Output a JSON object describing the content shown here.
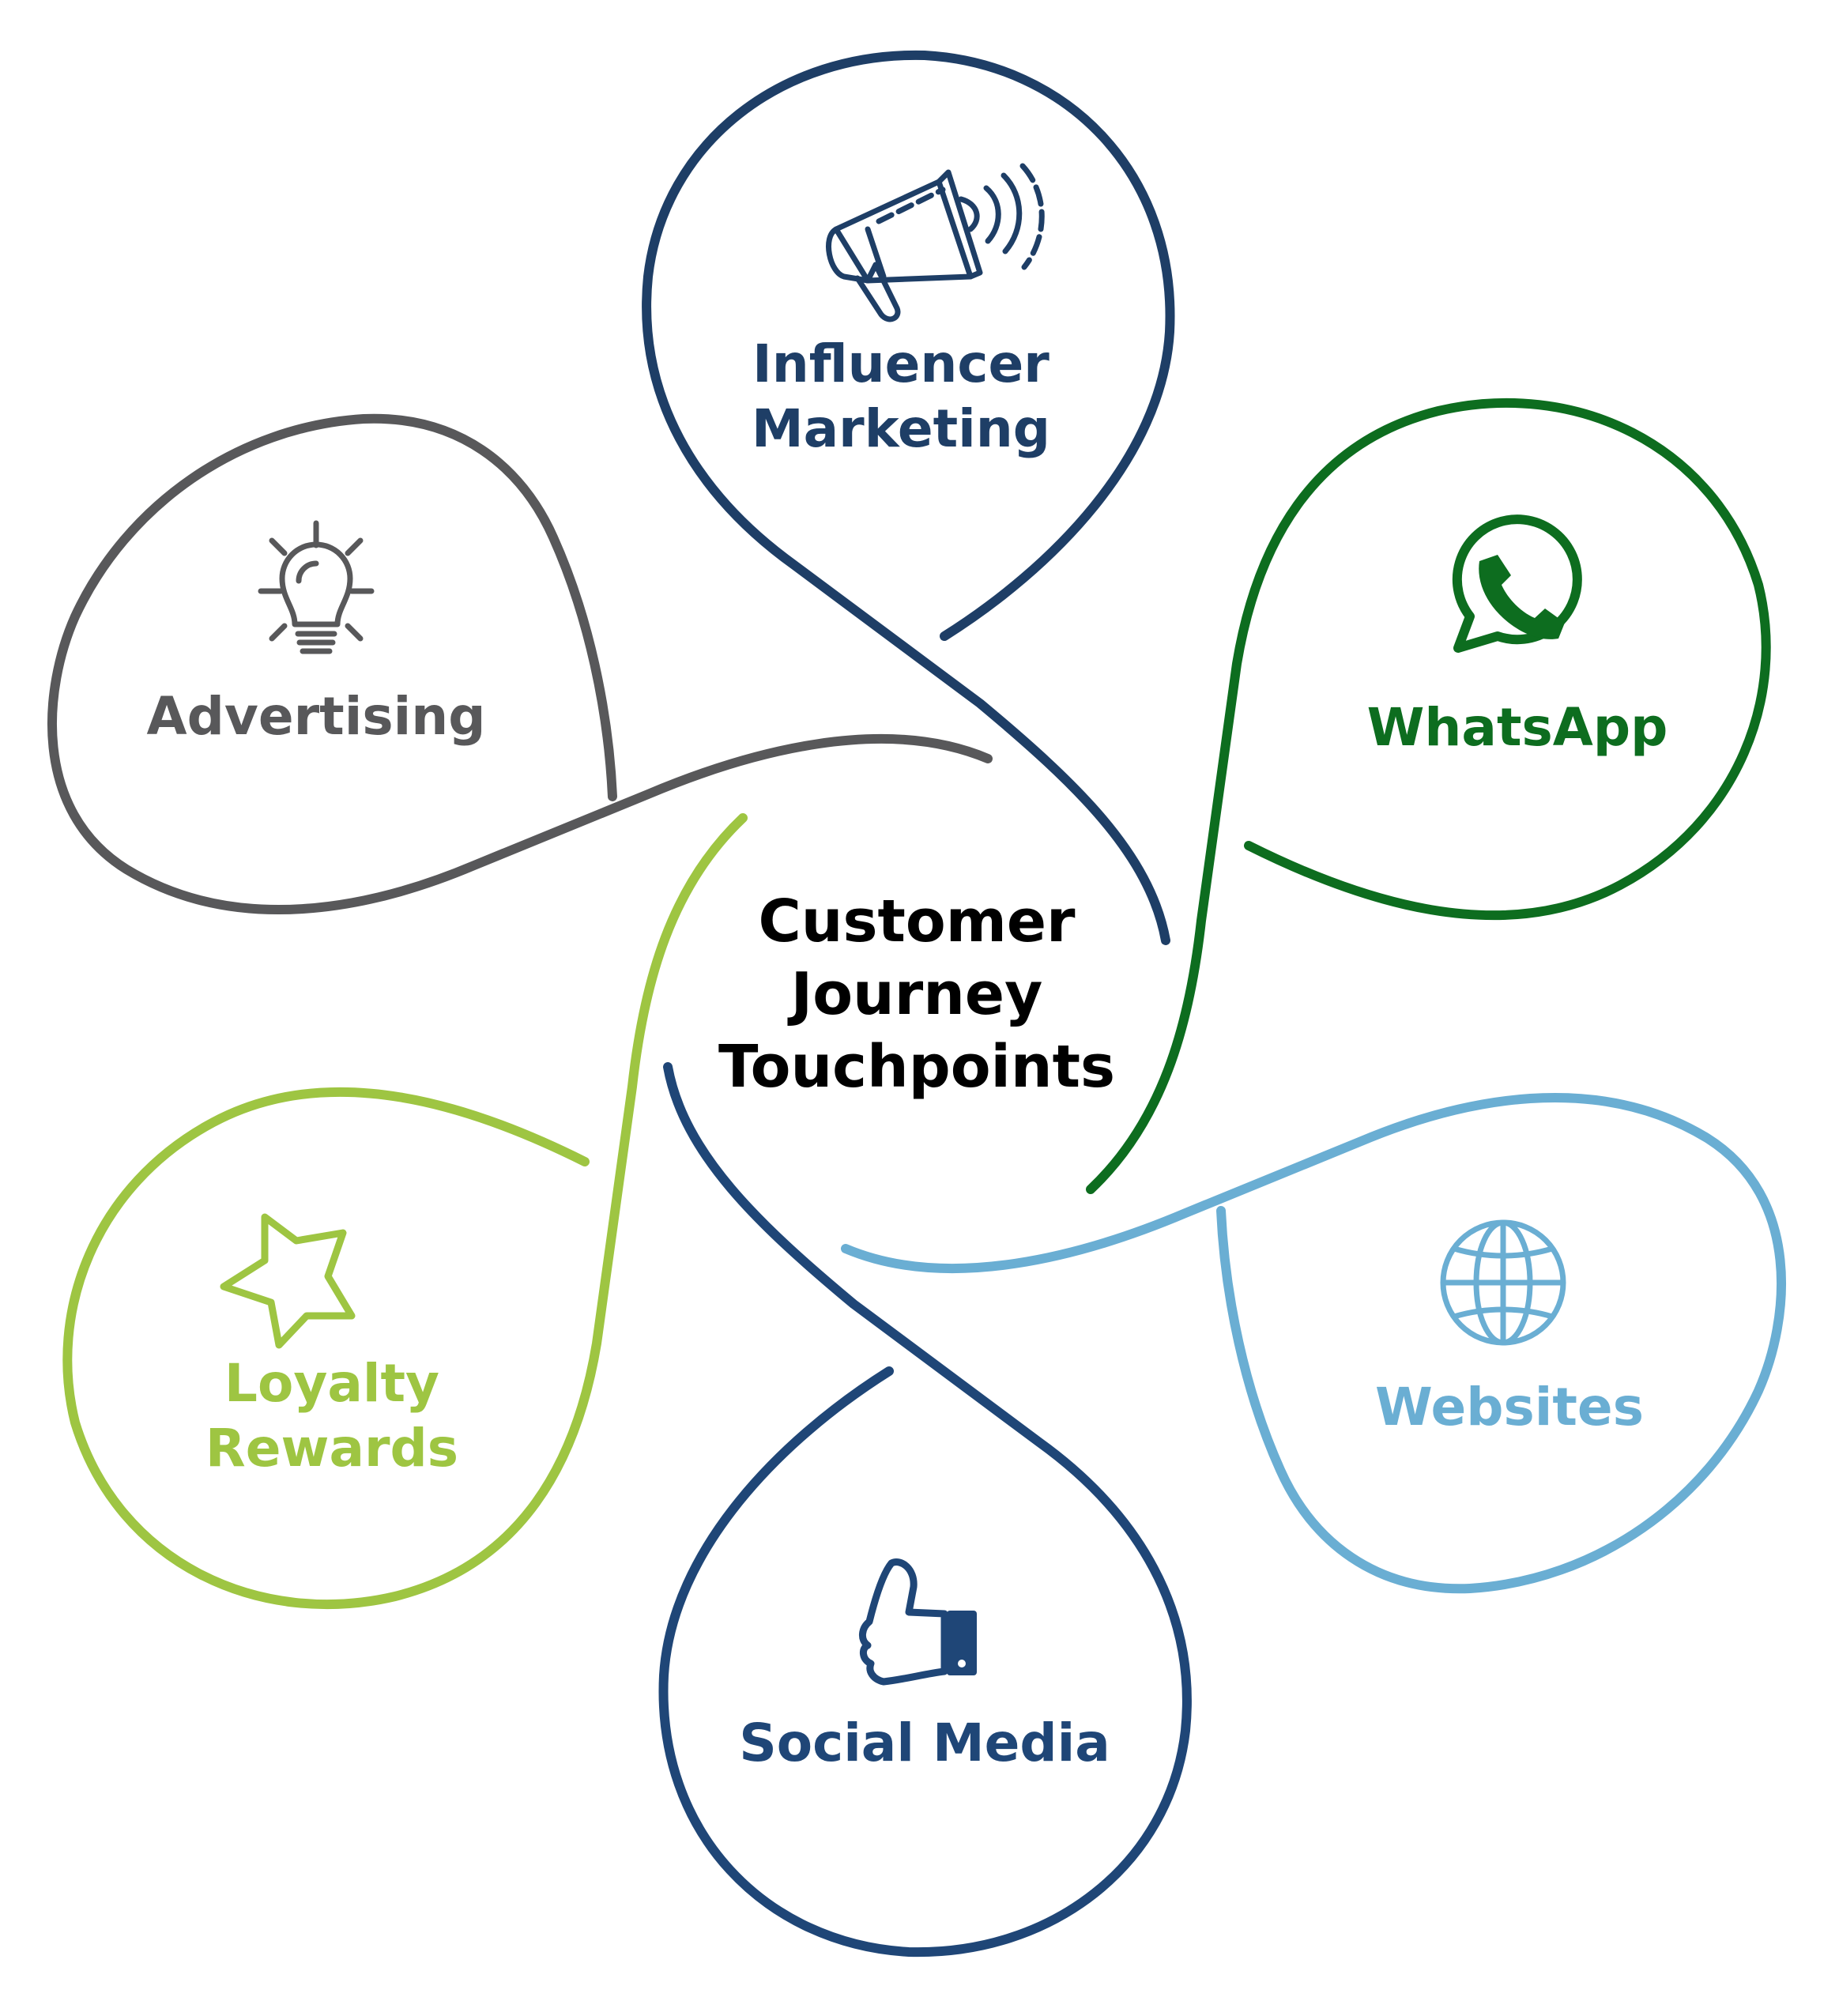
{
  "title": "Customer\nJourney\nTouchpoints",
  "petals": [
    {
      "key": "influencer",
      "label": "Influencer\nMarketing",
      "color": "#1e3e66",
      "icon": "megaphone-icon"
    },
    {
      "key": "whatsapp",
      "label": "WhatsApp",
      "color": "#0d6d1f",
      "icon": "whatsapp-icon"
    },
    {
      "key": "websites",
      "label": "Websites",
      "color": "#6aaed3",
      "icon": "globe-icon"
    },
    {
      "key": "social",
      "label": "Social Media",
      "color": "#1f4677",
      "icon": "thumbs-up-icon"
    },
    {
      "key": "loyalty",
      "label": "Loyalty\nRewards",
      "color": "#9ec542",
      "icon": "star-icon"
    },
    {
      "key": "advertising",
      "label": "Advertising",
      "color": "#58585a",
      "icon": "lightbulb-icon"
    }
  ]
}
